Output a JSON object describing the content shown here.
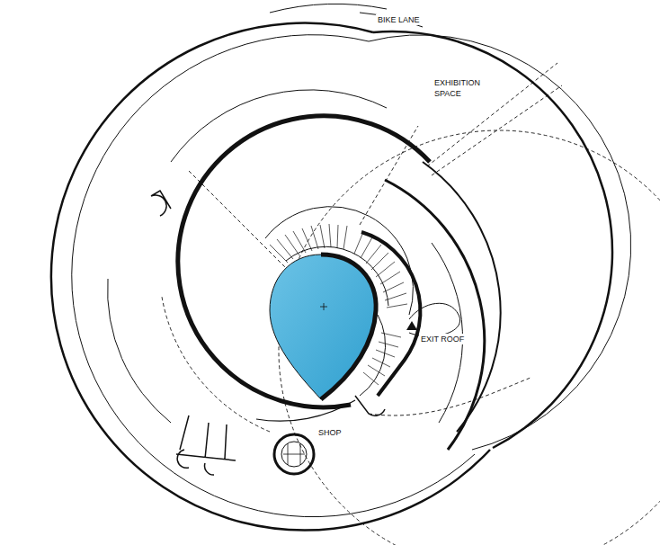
{
  "diagram": {
    "labels": [
      "BIKE LANE",
      "EXHIBITION SPACE",
      "EXIT ROOF",
      "SHOP"
    ]
  }
}
